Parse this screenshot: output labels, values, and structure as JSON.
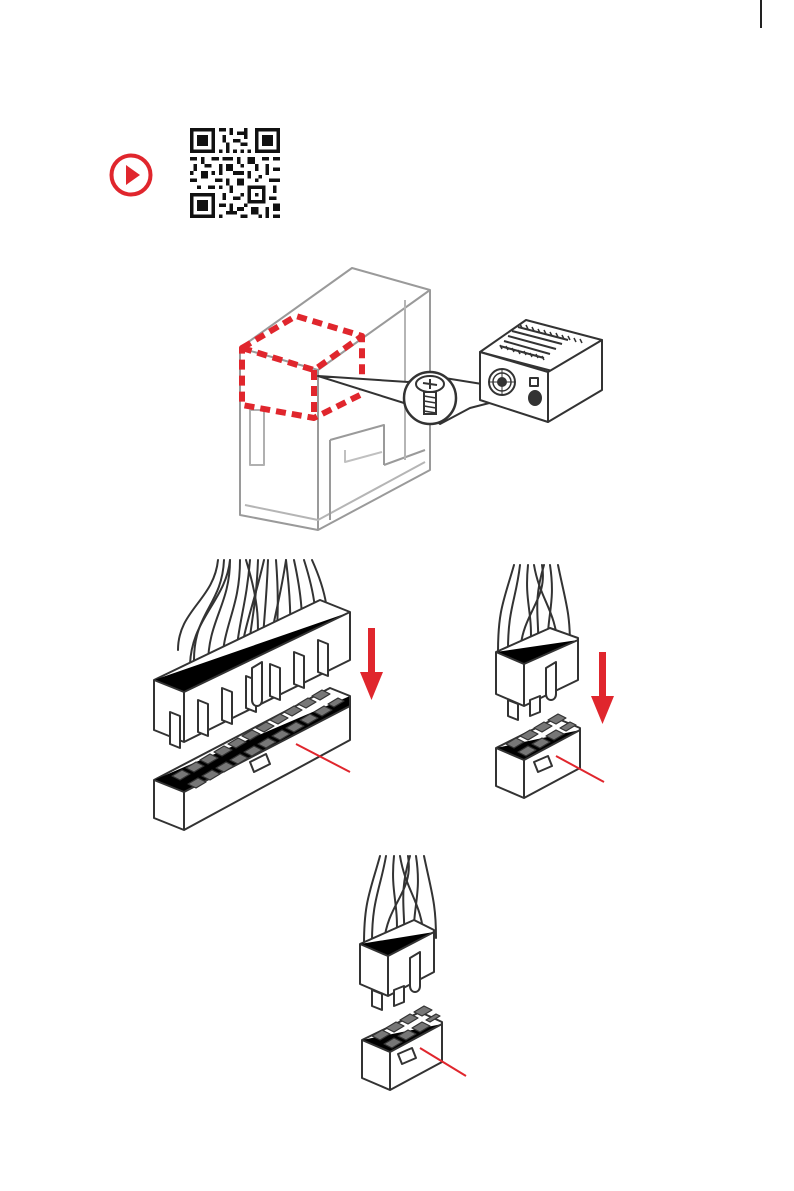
{
  "page": {
    "icons": {
      "video": "play-circle-icon",
      "qr": "qr-code-icon"
    },
    "colors": {
      "accent_red": "#e0262d",
      "line_gray": "#8c8c8c",
      "ink": "#333333"
    },
    "illustrations": [
      "psu-installation-diagram",
      "atx-24pin-power-connector",
      "cpu-8pin-power-connector",
      "pcie-8pin-power-connector"
    ]
  }
}
